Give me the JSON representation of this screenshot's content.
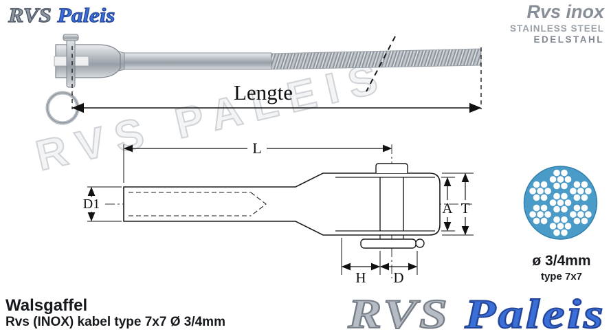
{
  "brand_small": {
    "rvs": "RVS",
    "paleis": "Paleis"
  },
  "brand_right": {
    "name": "Rvs inox",
    "line1": "STAINLESS STEEL",
    "line2": "EDELSTAHL"
  },
  "photo": {
    "length_label": "Lengte"
  },
  "drawing": {
    "L": "L",
    "D1": "D1",
    "A": "A",
    "T": "T",
    "H": "H",
    "D": "D"
  },
  "cable": {
    "diameter": "ø 3/4mm",
    "type": "type 7x7"
  },
  "product": {
    "title": "Walsgaffel",
    "subtitle": "Rvs (INOX) kabel type 7x7 Ø 3/4mm"
  },
  "brand_big": {
    "rvs": "RVS",
    "paleis": "Paleis"
  },
  "watermark": "RVS PALEIS",
  "colors": {
    "blue": "#3a6fd8",
    "steel": "#9097a0",
    "cable_blue": "#4b9bc9",
    "dark": "#15181c"
  }
}
